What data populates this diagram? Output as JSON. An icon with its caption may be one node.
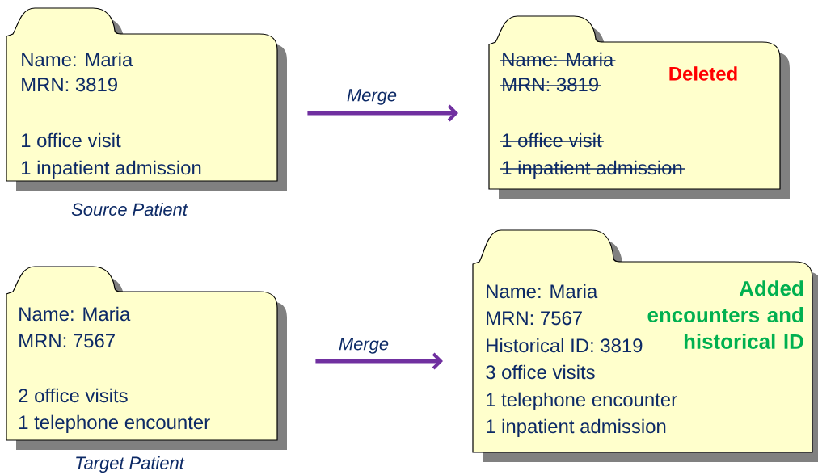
{
  "diagram": {
    "nodes": [
      {
        "text": [
          "Name: Maria",
          "MRN: 3819",
          "1 office visit",
          "1 inpatient admission"
        ],
        "beside": [
          "Source Patient"
        ]
      },
      {
        "text": [
          "Name: Maria",
          "MRN: 3819",
          "1 office visit",
          "1 inpatient admission",
          "Deleted"
        ]
      },
      {
        "text": [
          "Name: Maria",
          "MRN: 7567",
          "2 office visits",
          "1 telephone encounter"
        ],
        "beside": [
          "Target Patient"
        ]
      },
      {
        "text": [
          "Name: Maria",
          "MRN: 7567",
          "Historical ID: 3819",
          "3 office visits",
          "1 telephone encounter",
          "1 inpatient admission",
          "Added encounters and historical ID"
        ]
      }
    ],
    "edges": [
      {
        "from": 0,
        "to": 1,
        "arrow": "to",
        "label": "Merge"
      },
      {
        "from": 2,
        "to": 3,
        "arrow": "to",
        "label": "Merge"
      }
    ]
  }
}
